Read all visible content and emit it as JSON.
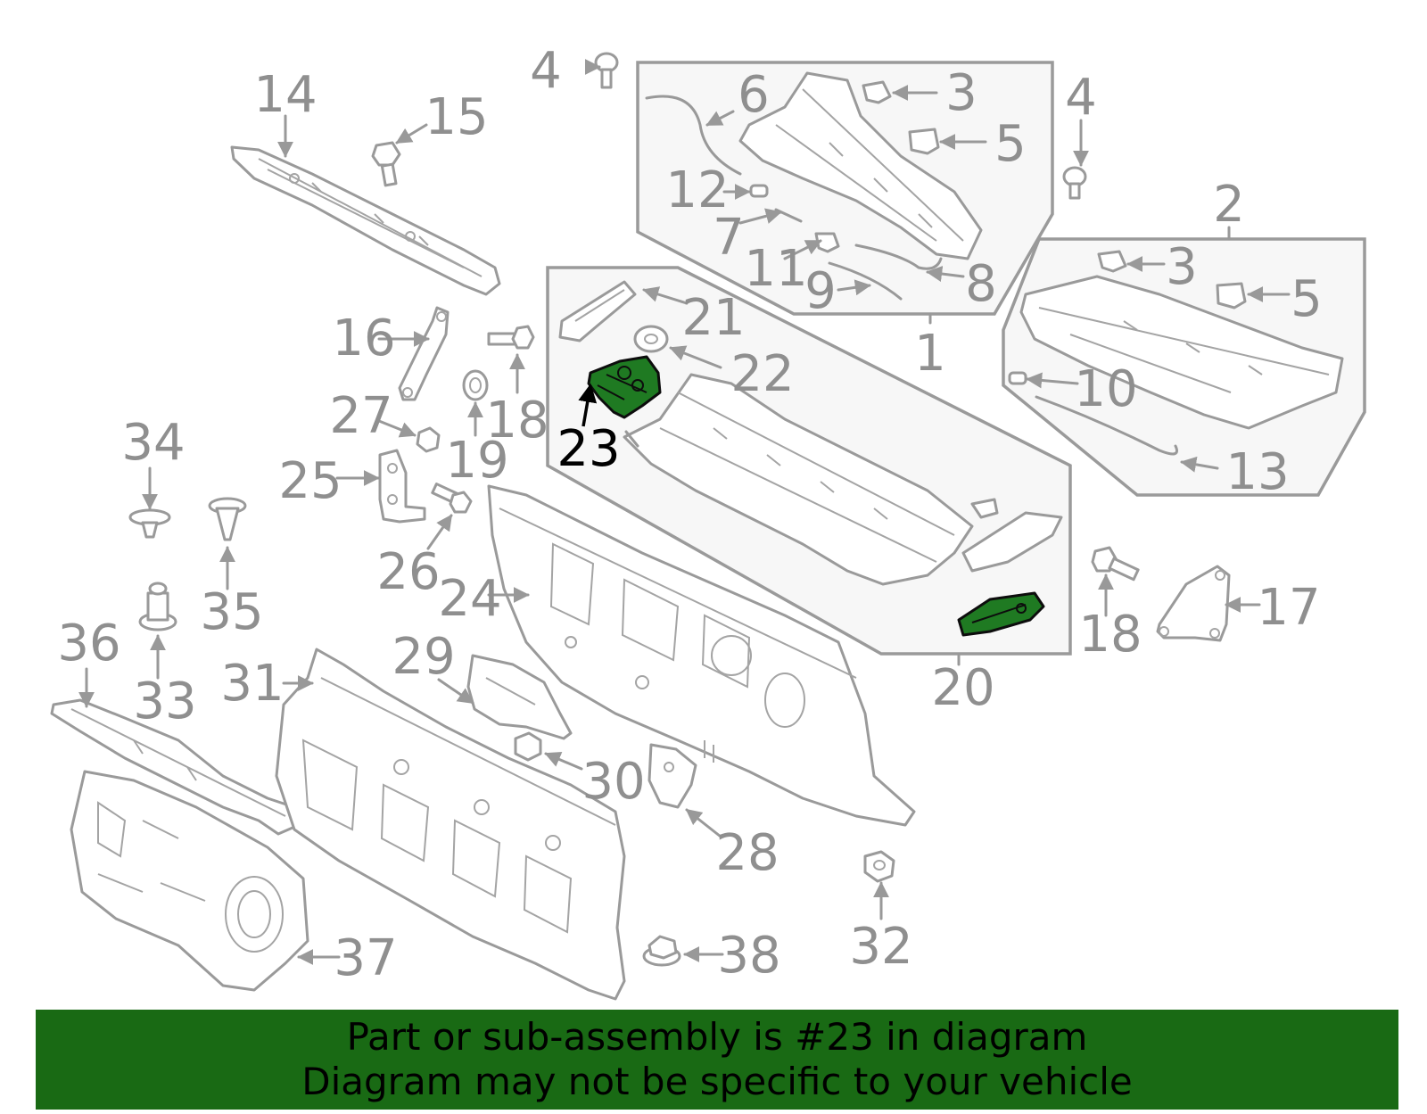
{
  "diagram": {
    "callouts": {
      "c1": "1",
      "c2": "2",
      "c3a": "3",
      "c3b": "3",
      "c4a": "4",
      "c4b": "4",
      "c5a": "5",
      "c5b": "5",
      "c6": "6",
      "c7": "7",
      "c8": "8",
      "c9": "9",
      "c10": "10",
      "c11": "11",
      "c12": "12",
      "c13": "13",
      "c14": "14",
      "c15": "15",
      "c16": "16",
      "c17": "17",
      "c18a": "18",
      "c18b": "18",
      "c19": "19",
      "c20": "20",
      "c21": "21",
      "c22": "22",
      "c23": "23",
      "c24": "24",
      "c25": "25",
      "c26": "26",
      "c27": "27",
      "c28": "28",
      "c29": "29",
      "c30": "30",
      "c31": "31",
      "c32": "32",
      "c33": "33",
      "c34": "34",
      "c35": "35",
      "c36": "36",
      "c37": "37",
      "c38": "38"
    },
    "highlighted_part": "23",
    "highlight_color": "#1f7a22",
    "line_color": "#9a9a9a"
  },
  "banner": {
    "line1": "Part or sub-assembly is #23 in diagram",
    "line2": "Diagram may not be specific to your vehicle",
    "background_color": "#196a14"
  }
}
